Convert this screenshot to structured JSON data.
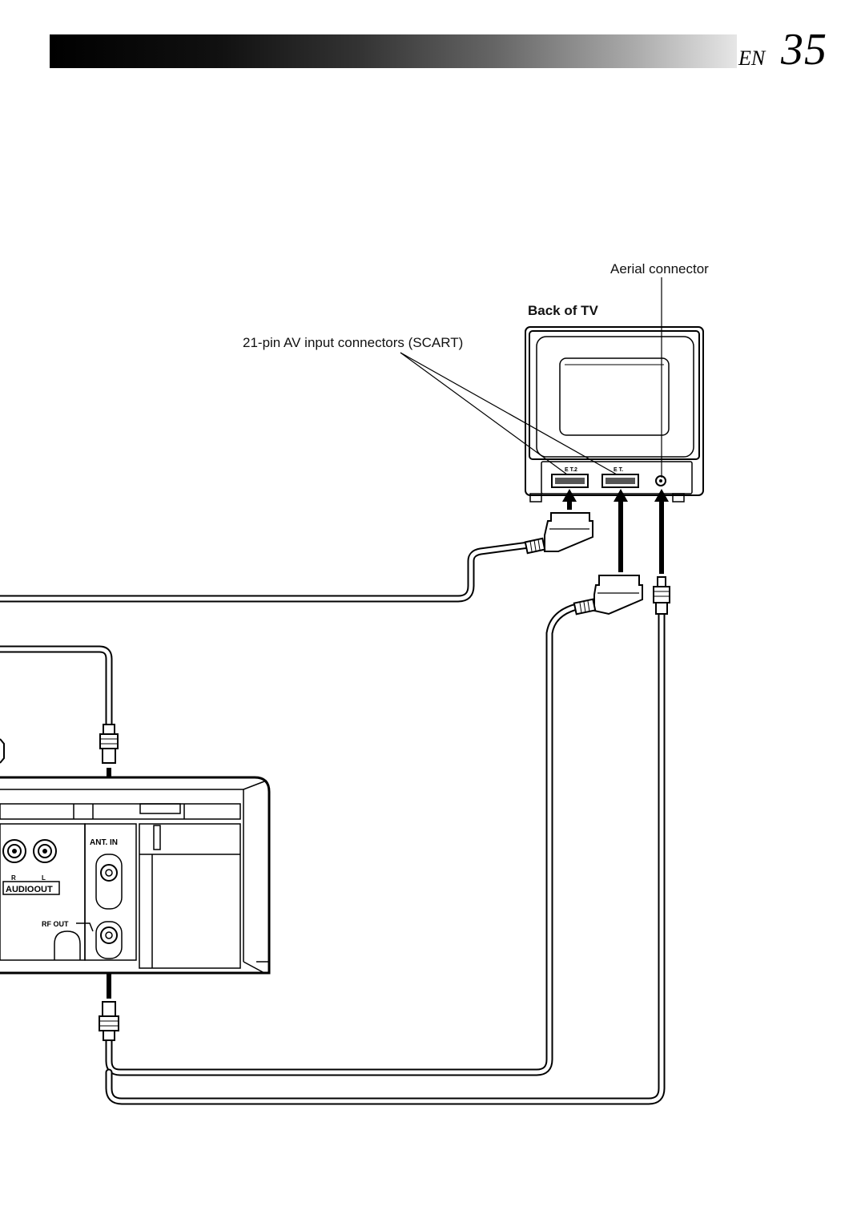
{
  "header": {
    "lang_code": "EN",
    "page_number": "35"
  },
  "labels": {
    "aerial_connector": "Aerial connector",
    "back_of_tv": "Back of TV",
    "scart_connectors": "21-pin AV input connectors (SCART)"
  },
  "tv_panel": {
    "scart_1_label": "E T.2",
    "scart_2_label": "E T."
  },
  "vcr_panel": {
    "ant_in": "ANT. IN",
    "rf_out": "RF OUT",
    "audio_r": "R",
    "audio_l": "L",
    "audio_out": "AUDIOOUT"
  }
}
